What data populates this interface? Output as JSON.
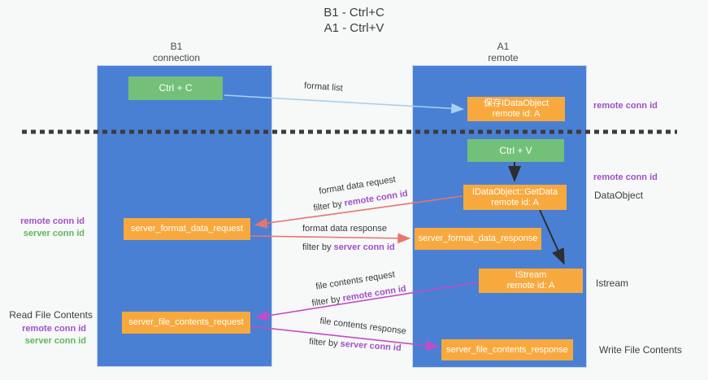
{
  "title": {
    "line1": "B1 - Ctrl+C",
    "line2": "A1 - Ctrl+V"
  },
  "lanes": {
    "left": {
      "name": "B1",
      "subtitle": "connection"
    },
    "right": {
      "name": "A1",
      "subtitle": "remote"
    }
  },
  "boxes": {
    "ctrl_c": "Ctrl + C",
    "ctrl_v": "Ctrl + V",
    "save_idataobject": {
      "line1": "保存IDataObject",
      "line2": "remote id: A"
    },
    "getdata": {
      "line1": "IDataObject::GetData",
      "line2": "remote id: A"
    },
    "istream": {
      "line1": "IStream",
      "line2": "remote id: A"
    },
    "format_request": "server_format_data_request",
    "format_response": "server_format_data_response",
    "file_request": "server_file_contents_request",
    "file_response": "server_file_contents_response"
  },
  "arrow_labels": {
    "format_list": "format list",
    "format_data_request": "format data request",
    "format_data_response": "format data response",
    "file_contents_request": "file contents request",
    "file_contents_response": "file contents response",
    "filter_by": "filter by ",
    "remote_conn_id": "remote conn id",
    "server_conn_id": "server conn id"
  },
  "side_labels": {
    "remote_conn_id": "remote conn id",
    "server_conn_id": "server conn id",
    "dataobject": "DataObject",
    "istream": "Istream",
    "read_file_contents": "Read File Contents",
    "write_file_contents": "Write File Contents"
  },
  "colors": {
    "lane_blue": "#4a80d4",
    "box_orange": "#f8a93e",
    "box_green": "#73c178",
    "arrow_light_blue": "#a6d2ee",
    "arrow_salmon": "#e8746c",
    "arrow_magenta": "#c44bc4",
    "arrow_black": "#2e2e2e",
    "text_purple": "#a250c8",
    "text_green": "#5cb85c",
    "divider_dash": "#3c3c3c"
  }
}
